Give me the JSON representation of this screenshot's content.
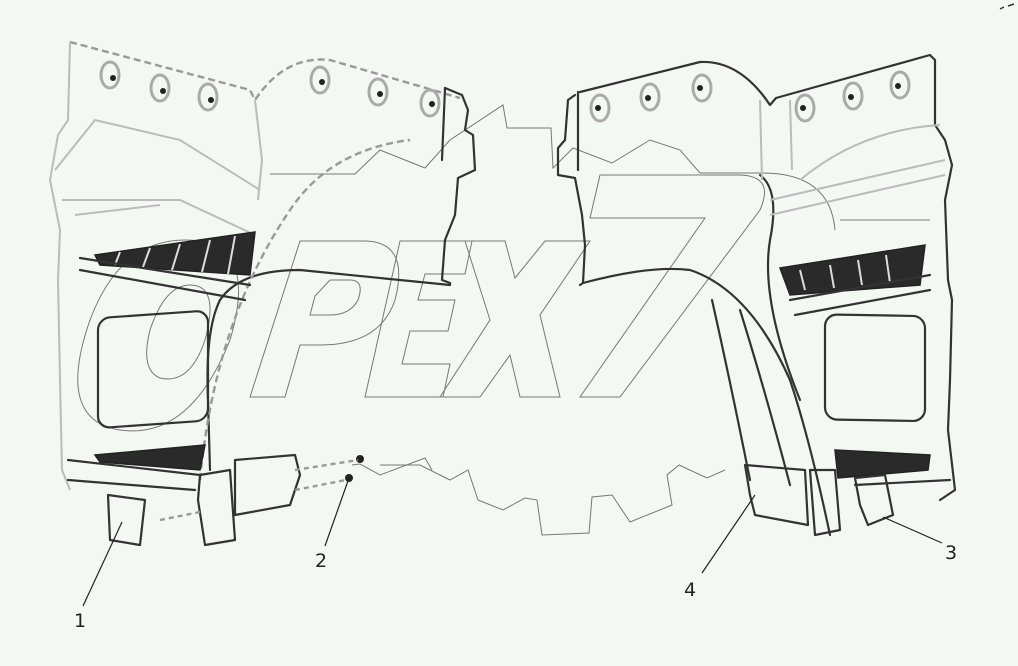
{
  "diagram": {
    "type": "exploded-parts-view",
    "subject": "cab side steps / front fender brackets (left and right)",
    "background_color": "#f4f8f3",
    "line_color": "#333333",
    "watermark": {
      "text": "OPEX",
      "shape": "gear-outline",
      "color": "#888888"
    },
    "callouts": [
      {
        "id": "1",
        "label": "1"
      },
      {
        "id": "2",
        "label": "2"
      },
      {
        "id": "3",
        "label": "3"
      },
      {
        "id": "4",
        "label": "4"
      }
    ]
  }
}
